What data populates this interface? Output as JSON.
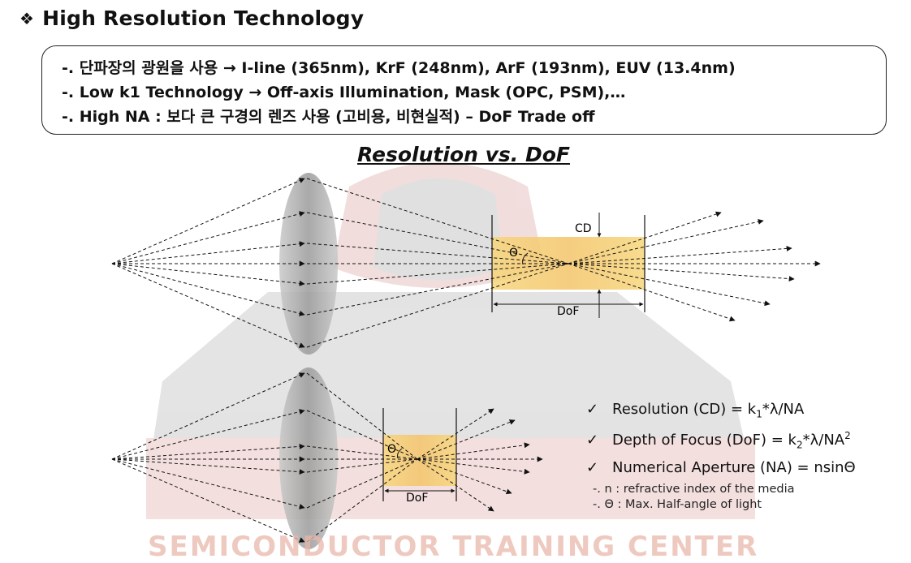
{
  "header": {
    "bullet_icon": "diamond-bullet-icon",
    "title": "High Resolution Technology"
  },
  "box": {
    "line1": "-. 단파장의 광원을 사용 → I-line (365nm), KrF (248nm), ArF (193nm), EUV (13.4nm)",
    "line2": "-. Low k1 Technology → Off-axis Illumination, Mask (OPC, PSM),…",
    "line3": "-. High NA : 보다 큰 구경의 렌즈 사용 (고비용, 비현실적) – DoF Trade off"
  },
  "subtitle": "Resolution vs. DoF",
  "diagram": {
    "top": {
      "cd_label": "CD",
      "theta_label": "Θ",
      "dof_label": "DoF"
    },
    "bottom": {
      "theta_label": "Θ",
      "dof_label": "DoF"
    },
    "focus_color": "#f5c842",
    "lens_color": "#b5b5b5"
  },
  "formulas": {
    "f1_prefix": "Resolution (CD) = k",
    "f1_sub": "1",
    "f1_suffix": "*λ/NA",
    "f2_prefix": "Depth of Focus (DoF) = k",
    "f2_sub": "2",
    "f2_suffix": "*λ/NA",
    "f2_sup": "2",
    "f3": "Numerical Aperture (NA) = nsinΘ",
    "check": "✓"
  },
  "notes": {
    "n1": "-. n : refractive index of the media",
    "n2": "-. Θ : Max. Half-angle of light"
  },
  "watermark": {
    "text": "SEMICONDUCTOR TRAINING CENTER"
  }
}
